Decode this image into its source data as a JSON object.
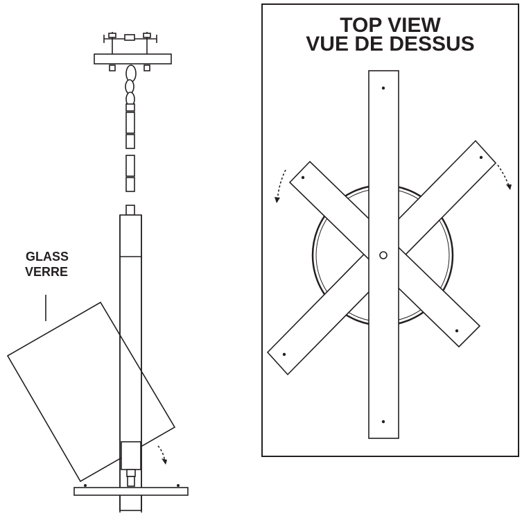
{
  "diagram": {
    "glass_label_en": "GLASS",
    "glass_label_fr": "VERRE",
    "top_view_title_en": "TOP VIEW",
    "top_view_title_fr": "VUE DE DESSUS"
  },
  "colors": {
    "ink": "#231f20",
    "background": "#ffffff"
  }
}
